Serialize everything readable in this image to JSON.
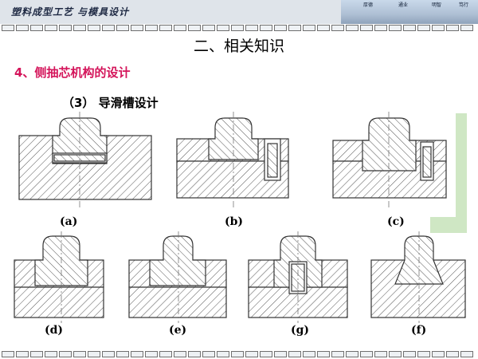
{
  "header": {
    "title": "塑料成型工艺 与模具设计",
    "photo_labels": [
      "厚德",
      "通业",
      "明智",
      "笃行"
    ]
  },
  "section_title": "二、相关知识",
  "subheading": "4、侧抽芯机构的设计",
  "subsub": "（3） 导滑槽设计",
  "figures": [
    {
      "id": "a",
      "caption": "(a)"
    },
    {
      "id": "b",
      "caption": "(b)"
    },
    {
      "id": "c",
      "caption": "(c)"
    },
    {
      "id": "d",
      "caption": "(d)"
    },
    {
      "id": "e",
      "caption": "(e)"
    },
    {
      "id": "g",
      "caption": "(g)"
    },
    {
      "id": "f",
      "caption": "(f)"
    }
  ],
  "colors": {
    "header_bg": "#dfe4ea",
    "subheading": "#d4145a",
    "hatch": "#555555",
    "figure_accent": "#cfe7c4"
  }
}
